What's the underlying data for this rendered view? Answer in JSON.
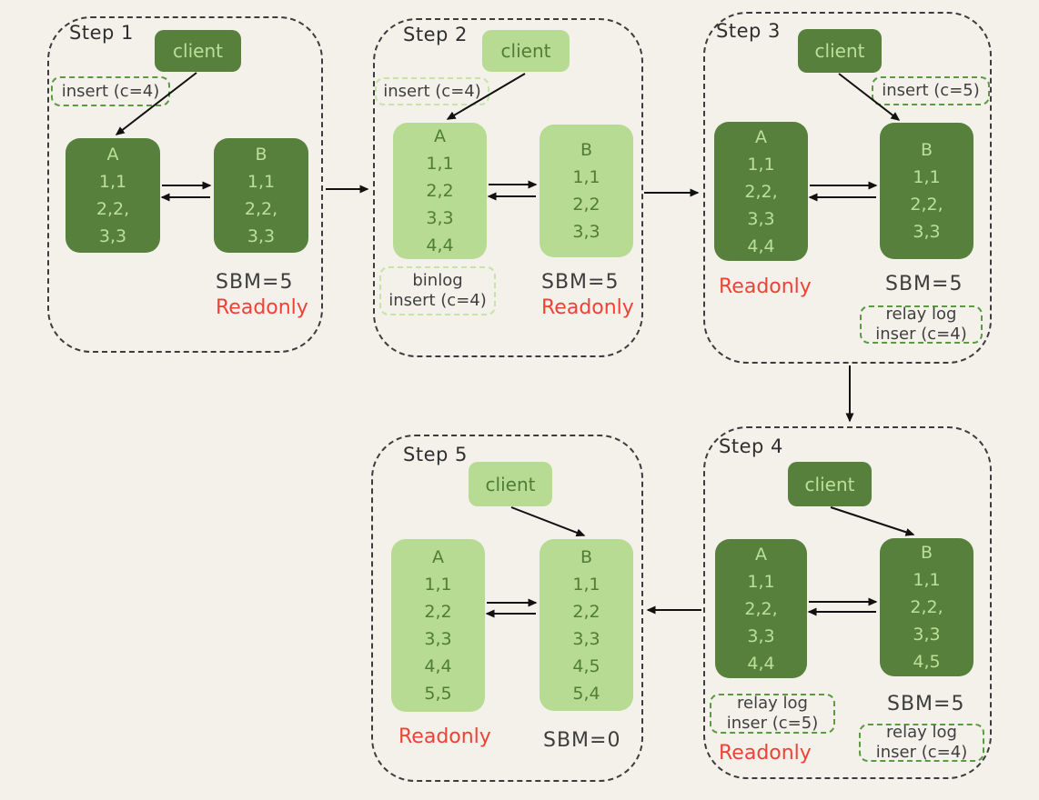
{
  "colors": {
    "background": "#f3f1ea",
    "node_dark_green": "#57803d",
    "node_light_green": "#b7db92",
    "text_on_dark": "#bcdf99",
    "text_on_light": "#4f7d38",
    "tag_border_dark": "#5b9a43",
    "tag_border_light": "#c6e3a8",
    "tag_text": "#3f3f3f",
    "container_border": "#3c3c3c",
    "readonly_red": "#ee4237",
    "status_text": "#3d3d3d",
    "arrow": "#111111"
  },
  "steps": {
    "step1": {
      "label": "Step 1",
      "client": "client",
      "insert": "insert (c=4)",
      "a": {
        "title": "A",
        "rows": [
          "1,1",
          "2,2,",
          "3,3"
        ]
      },
      "b": {
        "title": "B",
        "rows": [
          "1,1",
          "2,2,",
          "3,3"
        ]
      },
      "sbm": "SBM=5",
      "readonly": "Readonly"
    },
    "step2": {
      "label": "Step 2",
      "client": "client",
      "insert": "insert (c=4)",
      "a": {
        "title": "A",
        "rows": [
          "1,1",
          "2,2",
          "3,3",
          "4,4"
        ]
      },
      "b": {
        "title": "B",
        "rows": [
          "1,1",
          "2,2",
          "3,3"
        ]
      },
      "binlog": {
        "line1": "binlog",
        "line2": "insert (c=4)"
      },
      "sbm": "SBM=5",
      "readonly": "Readonly"
    },
    "step3": {
      "label": "Step 3",
      "client": "client",
      "insert": "insert (c=5)",
      "a": {
        "title": "A",
        "rows": [
          "1,1",
          "2,2,",
          "3,3",
          "4,4"
        ]
      },
      "b": {
        "title": "B",
        "rows": [
          "1,1",
          "2,2,",
          "3,3"
        ]
      },
      "readonly": "Readonly",
      "sbm": "SBM=5",
      "relay_b": {
        "line1": "relay log",
        "line2": "inser (c=4)"
      }
    },
    "step4": {
      "label": "Step 4",
      "client": "client",
      "a": {
        "title": "A",
        "rows": [
          "1,1",
          "2,2,",
          "3,3",
          "4,4"
        ]
      },
      "b": {
        "title": "B",
        "rows": [
          "1,1",
          "2,2,",
          "3,3",
          "4,5"
        ]
      },
      "relay_a": {
        "line1": "relay log",
        "line2": "inser (c=5)"
      },
      "readonly": "Readonly",
      "sbm": "SBM=5",
      "relay_b": {
        "line1": "relay log",
        "line2": "inser (c=4)"
      }
    },
    "step5": {
      "label": "Step 5",
      "client": "client",
      "a": {
        "title": "A",
        "rows": [
          "1,1",
          "2,2",
          "3,3",
          "4,4",
          "5,5"
        ]
      },
      "b": {
        "title": "B",
        "rows": [
          "1,1",
          "2,2",
          "3,3",
          "4,5",
          "5,4"
        ]
      },
      "readonly": "Readonly",
      "sbm": "SBM=0"
    }
  }
}
